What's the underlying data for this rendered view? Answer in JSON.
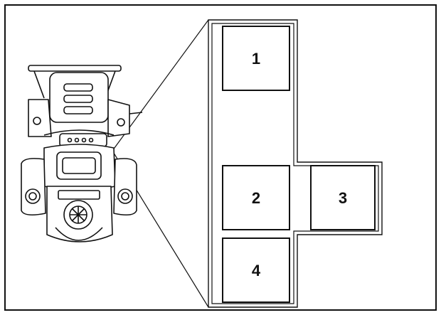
{
  "diagram": {
    "callout_panels": [
      {
        "id": "1",
        "label": "1"
      },
      {
        "id": "2",
        "label": "2"
      },
      {
        "id": "3",
        "label": "3"
      },
      {
        "id": "4",
        "label": "4"
      }
    ],
    "illustration": "mower-rear-top-view",
    "colors": {
      "stroke": "#111111",
      "background": "#ffffff",
      "fill": "#ffffff"
    }
  }
}
